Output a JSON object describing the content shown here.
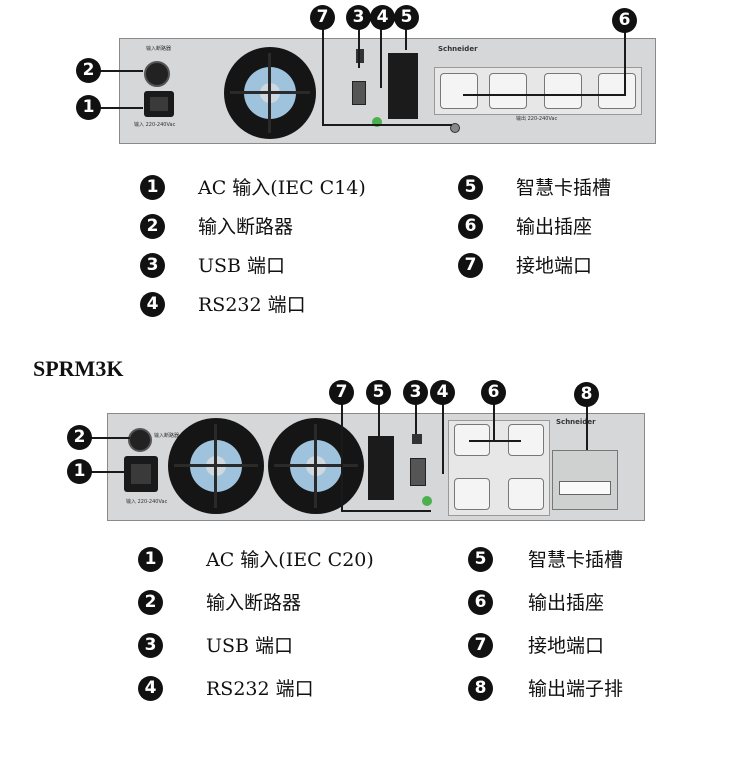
{
  "top_unit": {
    "panel_text": {
      "breaker_label": "输入断路器",
      "input_label": "输入 220-240Vac",
      "brand": "Schneider",
      "output_label": "输出 220-240Vac"
    },
    "legend": [
      {
        "num": "1",
        "label": "AC  输入(IEC C14)"
      },
      {
        "num": "2",
        "label": "输入断路器"
      },
      {
        "num": "3",
        "label": "USB  端口"
      },
      {
        "num": "4",
        "label": "RS232 端口"
      },
      {
        "num": "5",
        "label": "智慧卡插槽"
      },
      {
        "num": "6",
        "label": "输出插座"
      },
      {
        "num": "7",
        "label": "接地端口"
      }
    ]
  },
  "bottom_unit": {
    "model": "SPRM3K",
    "panel_text": {
      "breaker_label": "输入断路器",
      "input_label": "输入 220-240Vac",
      "brand": "Schneider"
    },
    "legend": [
      {
        "num": "1",
        "label": "AC  输入(IEC C20)"
      },
      {
        "num": "2",
        "label": "输入断路器"
      },
      {
        "num": "3",
        "label": "USB  端口"
      },
      {
        "num": "4",
        "label": "RS232 端口"
      },
      {
        "num": "5",
        "label": "智慧卡插槽"
      },
      {
        "num": "6",
        "label": "输出插座"
      },
      {
        "num": "7",
        "label": "接地端口"
      },
      {
        "num": "8",
        "label": "输出端子排"
      }
    ]
  },
  "colors": {
    "badge": "#111111",
    "panel": "#d6d7d8",
    "fan_blade": "#9fc3dc",
    "wire": "#1a1a1a"
  }
}
